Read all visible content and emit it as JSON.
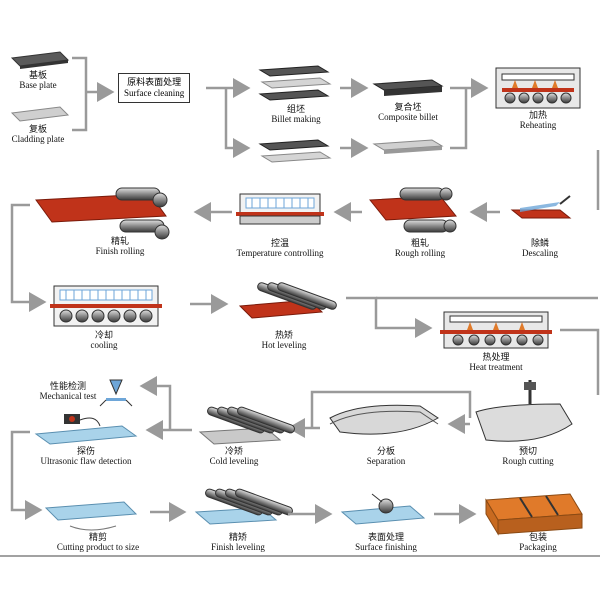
{
  "colors": {
    "arrow": "#9a9a9a",
    "steel_dark": "#4a4a4a",
    "steel_light": "#c9c9c9",
    "hot_plate": "#c0331a",
    "blue_plate": "#a9d3ea",
    "packaging": "#e07a2a"
  },
  "inputs": {
    "base_plate": {
      "zh": "基板",
      "en": "Base plate"
    },
    "cladding_plate": {
      "zh": "复板",
      "en": "Cladding plate"
    }
  },
  "steps": {
    "surface_cleaning": {
      "zh": "原料表面处理",
      "en": "Surface cleaning"
    },
    "billet_making": {
      "zh": "组坯",
      "en": "Billet making"
    },
    "composite_billet": {
      "zh": "复合坯",
      "en": "Composite billet"
    },
    "reheating": {
      "zh": "加热",
      "en": "Reheating"
    },
    "descaling": {
      "zh": "除鳞",
      "en": "Descaling"
    },
    "rough_rolling": {
      "zh": "粗轧",
      "en": "Rough rolling"
    },
    "temperature_controlling": {
      "zh": "控温",
      "en": "Temperature controlling"
    },
    "finish_rolling": {
      "zh": "精轧",
      "en": "Finish rolling"
    },
    "cooling": {
      "zh": "冷却",
      "en": "cooling"
    },
    "hot_leveling": {
      "zh": "热矫",
      "en": "Hot leveling"
    },
    "heat_treatment": {
      "zh": "热处理",
      "en": "Heat treatment"
    },
    "rough_cutting": {
      "zh": "预切",
      "en": "Rough cutting"
    },
    "separation": {
      "zh": "分板",
      "en": "Separation"
    },
    "cold_leveling": {
      "zh": "冷矫",
      "en": "Cold leveling"
    },
    "flaw_detection": {
      "zh": "探伤",
      "en": "Ultrasonic flaw detection"
    },
    "mechanical_test": {
      "zh": "性能检测",
      "en": "Mechanical test"
    },
    "cutting_to_size": {
      "zh": "精剪",
      "en": "Cutting product to size"
    },
    "finish_leveling": {
      "zh": "精矫",
      "en": "Finish leveling"
    },
    "surface_finishing": {
      "zh": "表面处理",
      "en": "Surface finishing"
    },
    "packaging": {
      "zh": "包装",
      "en": "Packaging"
    }
  }
}
